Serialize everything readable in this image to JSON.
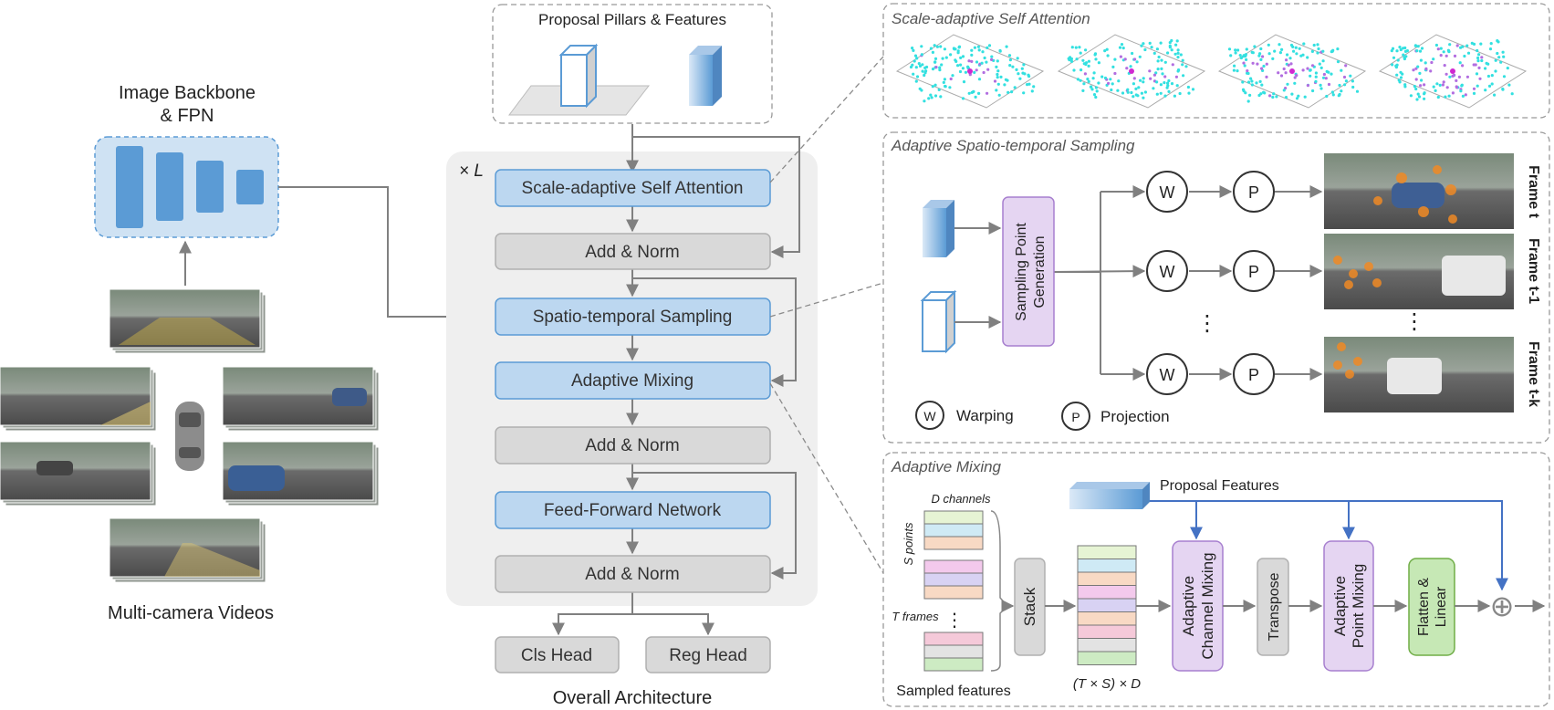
{
  "left": {
    "backbone_title_1": "Image Backbone",
    "backbone_title_2": "& FPN",
    "videos_label": "Multi-camera Videos"
  },
  "center": {
    "proposal_title": "Proposal Pillars & Features",
    "repeat_label": "× L",
    "blocks": {
      "self_attention": "Scale-adaptive Self Attention",
      "add_norm_1": "Add & Norm",
      "sampling": "Spatio-temporal Sampling",
      "mixing": "Adaptive Mixing",
      "add_norm_2": "Add & Norm",
      "ffn": "Feed-Forward Network",
      "add_norm_3": "Add & Norm"
    },
    "cls_head": "Cls Head",
    "reg_head": "Reg Head",
    "caption": "Overall Architecture"
  },
  "attention_panel": {
    "title": "Scale-adaptive Self Attention"
  },
  "sampling_panel": {
    "title": "Adaptive Spatio-temporal Sampling",
    "generation_line1": "Sampling Point",
    "generation_line2": "Generation",
    "warp_symbol": "W",
    "proj_symbol": "P",
    "ellipsis": "⋮",
    "frames": [
      "Frame t",
      "Frame t-1",
      "Frame t-k"
    ],
    "legend_warp": "Warping",
    "legend_proj": "Projection"
  },
  "mixing_panel": {
    "title": "Adaptive Mixing",
    "proposal_features": "Proposal Features",
    "d_channels": "D channels",
    "s_points": "S points",
    "t_frames": "T frames",
    "ellipsis": "⋮",
    "sampled_features": "Sampled features",
    "stack": "Stack",
    "stacked_dim": "(T × S) × D",
    "channel_mixing_1": "Adaptive",
    "channel_mixing_2": "Channel Mixing",
    "transpose": "Transpose",
    "point_mixing_1": "Adaptive",
    "point_mixing_2": "Point Mixing",
    "flatten_1": "Flatten &",
    "flatten_2": "Linear",
    "plus_symbol": "⊕"
  },
  "colors": {
    "blue_block": "#bcd7f0",
    "blue_stroke": "#5b9bd5",
    "gray_block": "#d9d9d9",
    "purple_block": "#e5d5f2",
    "green_block": "#c6e8b5",
    "arrow": "#808080",
    "proposal_arrow": "#4472c4"
  }
}
